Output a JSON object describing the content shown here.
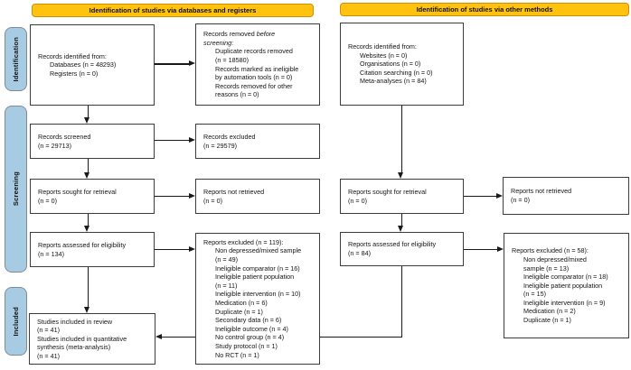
{
  "colors": {
    "header_fill": "#FFC20E",
    "header_border": "#D28E00",
    "header_text": "#111111",
    "sidebar_fill": "#A8CBE4",
    "sidebar_border": "#7D8C99",
    "box_border": "#3C3C3C",
    "line": "#1A1A1A"
  },
  "headers": {
    "databases": "Identification of studies via databases and registers",
    "other": "Identification of studies via other methods"
  },
  "sidebar": {
    "identification": "Identification",
    "screening": "Screening",
    "included": "Included"
  },
  "boxes": {
    "db_identified": [
      {
        "t": "Records identified from:"
      },
      {
        "i": 1,
        "t": "Databases (n = 48293)"
      },
      {
        "i": 1,
        "t": "Registers (n = 0)"
      }
    ],
    "records_removed": [
      {
        "t": "Records removed ",
        "em": "before"
      },
      {
        "em": "screening",
        "post": ":"
      },
      {
        "i": 1,
        "t": "Duplicate records removed"
      },
      {
        "i": 1,
        "t": "(n = 18580)"
      },
      {
        "i": 1,
        "t": "Records marked as ineligible"
      },
      {
        "i": 1,
        "t": "by automation tools (n = 0)"
      },
      {
        "i": 1,
        "t": "Records removed for other"
      },
      {
        "i": 1,
        "t": "reasons (n = 0)"
      }
    ],
    "records_screened": [
      {
        "t": "Records screened"
      },
      {
        "t": "(n = 29713)"
      }
    ],
    "records_excluded": [
      {
        "t": "Records excluded"
      },
      {
        "t": "(n = 29579)"
      }
    ],
    "reports_sought_left": [
      {
        "t": "Reports sought for retrieval"
      },
      {
        "t": "(n = 0)"
      }
    ],
    "reports_not_retrieved_left": [
      {
        "t": "Reports not retrieved"
      },
      {
        "t": "(n = 0)"
      }
    ],
    "reports_assessed_left": [
      {
        "t": "Reports assessed for eligibility"
      },
      {
        "t": "(n = 134)"
      }
    ],
    "reports_excluded_119": [
      {
        "t": "Reports excluded (n = 119):"
      },
      {
        "i": 1,
        "t": "Non depressed/mixed sample"
      },
      {
        "i": 1,
        "t": "(n = 49)"
      },
      {
        "i": 1,
        "t": "Ineligible comparator (n = 16)"
      },
      {
        "i": 1,
        "t": "Ineligible patient population"
      },
      {
        "i": 1,
        "t": "(n = 11)"
      },
      {
        "i": 1,
        "t": "Ineligible intervention (n = 10)"
      },
      {
        "i": 1,
        "t": "Medication (n = 6)"
      },
      {
        "i": 1,
        "t": "Duplicate (n = 1)"
      },
      {
        "i": 1,
        "t": "Secondary data (n = 6)"
      },
      {
        "i": 1,
        "t": "Ineligible outcome (n = 4)"
      },
      {
        "i": 1,
        "t": "No control group (n = 4)"
      },
      {
        "i": 1,
        "t": "Study protocol (n = 1)"
      },
      {
        "i": 1,
        "t": "No RCT (n = 1)"
      }
    ],
    "studies_included": [
      {
        "t": "Studies included in review"
      },
      {
        "t": "(n = 41)"
      },
      {
        "t": "Studies included in quantitative"
      },
      {
        "t": "synthesis (meta-analysis)"
      },
      {
        "t": "(n = 41)"
      }
    ],
    "other_identified": [
      {
        "t": "Records identified from:"
      },
      {
        "i": 1,
        "t": "Websites (n = 0)"
      },
      {
        "i": 1,
        "t": "Organisations (n = 0)"
      },
      {
        "i": 1,
        "t": "Citation searching (n = 0)"
      },
      {
        "i": 1,
        "t": "Meta-analyses (n = 84)"
      }
    ],
    "reports_sought_right": [
      {
        "t": "Reports sought for retrieval"
      },
      {
        "t": "(n = 0)"
      }
    ],
    "reports_not_retrieved_right": [
      {
        "t": "Reports not retrieved"
      },
      {
        "t": "(n = 0)"
      }
    ],
    "reports_assessed_right": [
      {
        "t": "Reports assessed for eligibility"
      },
      {
        "t": "(n = 84)"
      }
    ],
    "reports_excluded_58": [
      {
        "t": "Reports excluded (n = 58):"
      },
      {
        "i": 1,
        "t": "Non depressed/mixed"
      },
      {
        "i": 1,
        "t": "sample (n = 13)"
      },
      {
        "i": 1,
        "t": "Ineligible comparator (n = 18)"
      },
      {
        "i": 1,
        "t": "Ineligible patient population"
      },
      {
        "i": 1,
        "t": "(n = 15)"
      },
      {
        "i": 1,
        "t": "Ineligible intervention (n = 9)"
      },
      {
        "i": 1,
        "t": "Medication (n = 2)"
      },
      {
        "i": 1,
        "t": "Duplicate (n = 1)"
      }
    ]
  }
}
